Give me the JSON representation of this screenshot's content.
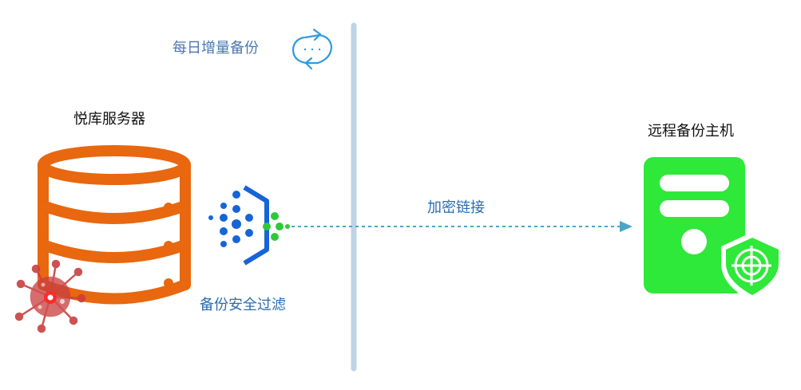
{
  "labels": {
    "daily_backup": "每日增量备份",
    "server": "悦库服务器",
    "remote_host": "远程备份主机",
    "encrypted_link": "加密链接",
    "security_filter": "备份安全过滤"
  },
  "colors": {
    "divider": "#bdd4e8",
    "daily_text": "#4a78b0",
    "link_text": "#2a6db0",
    "filter_text": "#2a6db0",
    "dark_text": "#111111",
    "database": "#e8670f",
    "virus": "#c94040",
    "virus_core": "#ff2a2a",
    "filter_blue": "#1565d8",
    "filter_green": "#2ec93a",
    "host": "#2ee83a",
    "arrow": "#4aa5c8",
    "sync_icon": "#2f9be0"
  },
  "icons": {
    "sync": "sync-cycle-icon",
    "database": "database-server-icon",
    "virus": "virus-icon",
    "filter": "filter-funnel-icon",
    "host": "server-tower-icon",
    "shield": "shield-target-icon"
  }
}
